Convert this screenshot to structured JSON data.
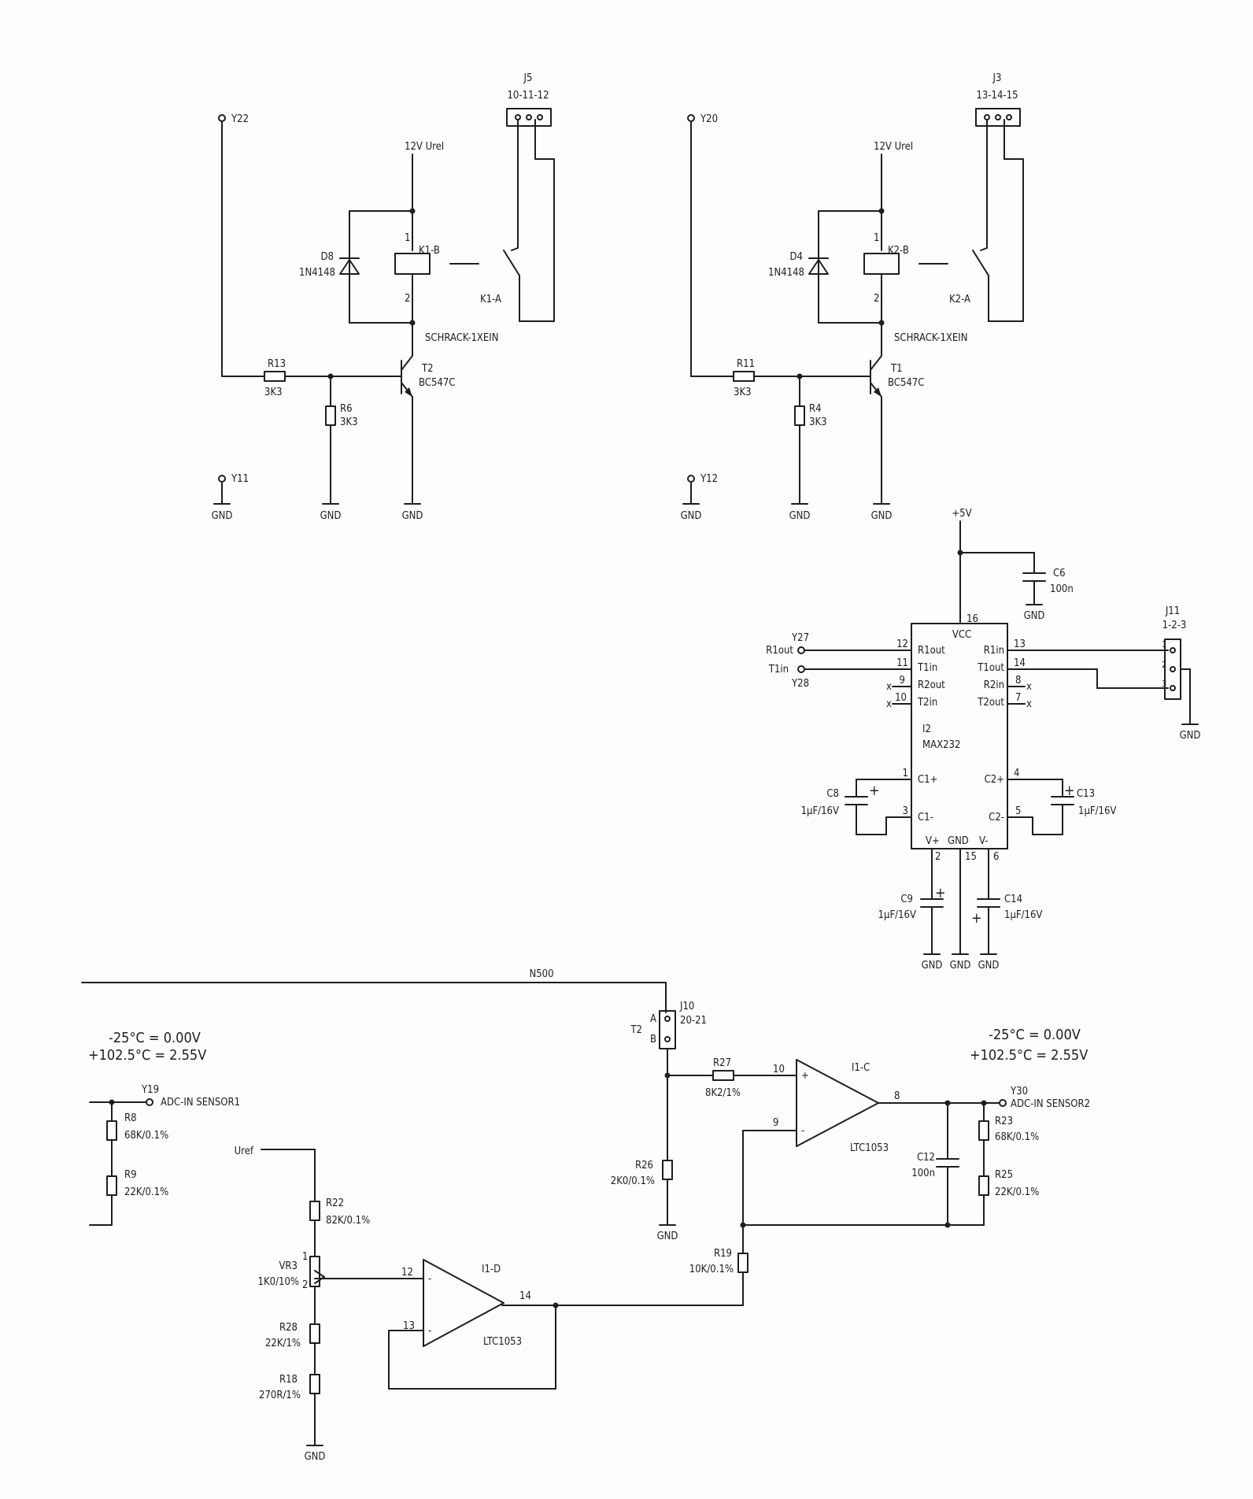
{
  "relay1": {
    "input": "Y22",
    "gnd_tp": "Y11",
    "gnd": "GND",
    "supply": "12V Urel",
    "connector": "J5",
    "connector_pins": "10-11-12",
    "diode": "D8",
    "diode_val": "1N4148",
    "coil": "K1-B",
    "contact": "K1-A",
    "pin1": "1",
    "pin2": "2",
    "relay_type": "SCHRACK-1XEIN",
    "r_base": "R13",
    "r_base_val": "3K3",
    "r_pd": "R6",
    "r_pd_val": "3K3",
    "transistor": "T2",
    "transistor_val": "BC547C"
  },
  "relay2": {
    "input": "Y20",
    "gnd_tp": "Y12",
    "gnd": "GND",
    "supply": "12V Urel",
    "connector": "J3",
    "connector_pins": "13-14-15",
    "diode": "D4",
    "diode_val": "1N4148",
    "coil": "K2-B",
    "contact": "K2-A",
    "pin1": "1",
    "pin2": "2",
    "relay_type": "SCHRACK-1XEIN",
    "r_base": "R11",
    "r_base_val": "3K3",
    "r_pd": "R4",
    "r_pd_val": "3K3",
    "transistor": "T1",
    "transistor_val": "BC547C"
  },
  "max232": {
    "supply": "+5V",
    "decoupling": "C6",
    "decoupling_val": "100n",
    "ref": "I2",
    "part": "MAX232",
    "vcc": "VCC",
    "gnd": "GND",
    "vplus": "V+",
    "vminus": "V-",
    "pins": {
      "r1out": "R1out",
      "t1in": "T1in",
      "r2out": "R2out",
      "t2in": "T2in",
      "r1in": "R1in",
      "t1out": "T1out",
      "r2in": "R2in",
      "t2out": "T2out",
      "c1p": "C1+",
      "c1m": "C1-",
      "c2p": "C2+",
      "c2m": "C2-"
    },
    "pin_numbers": {
      "vcc": "16",
      "r1out": "12",
      "t1in": "11",
      "r2out": "9",
      "t2in": "10",
      "r1in": "13",
      "t1out": "14",
      "r2in": "8",
      "t2out": "7",
      "c1p": "1",
      "c1m": "3",
      "c2p": "4",
      "c2m": "5",
      "vplus": "2",
      "gnd": "15",
      "vminus": "6"
    },
    "nc": "x",
    "net_r1out": "R1out",
    "net_t1in": "T1in",
    "tp_r1out": "Y27",
    "tp_t1in": "Y28",
    "connector": "J11",
    "connector_pins": "1-2-3",
    "conn_pin1": "1",
    "conn_pin2": "2",
    "conn_pin3": "3",
    "caps": {
      "c8": "C8",
      "c8_val": "1µF/16V",
      "c13": "C13",
      "c13_val": "1µF/16V",
      "c9": "C9",
      "c9_val": "1µF/16V",
      "c14": "C14",
      "c14_val": "1µF/16V"
    },
    "plus": "+",
    "gnd_label": "GND"
  },
  "analog": {
    "net": "N500",
    "jumper": "J10",
    "jumper_pins": "20-21",
    "jumper_ref": "T2",
    "pin_a": "A",
    "pin_b": "B",
    "legend_left": [
      "-25°C = 0.00V",
      "+102.5°C = 2.55V"
    ],
    "legend_right": [
      "-25°C = 0.00V",
      "+102.5°C = 2.55V"
    ],
    "sensor1": {
      "tp": "Y19",
      "label": "ADC-IN SENSOR1",
      "r_top": "R8",
      "r_top_val": "68K/0.1%",
      "r_bot": "R9",
      "r_bot_val": "22K/0.1%"
    },
    "sensor2": {
      "tp": "Y30",
      "label": "ADC-IN SENSOR2",
      "r_top": "R23",
      "r_top_val": "68K/0.1%",
      "r_bot": "R25",
      "r_bot_val": "22K/0.1%"
    },
    "r27": "R27",
    "r27_val": "8K2/1%",
    "r26": "R26",
    "r26_val": "2K0/0.1%",
    "r19": "R19",
    "r19_val": "10K/0.1%",
    "c12": "C12",
    "c12_val": "100n",
    "opamp_c": {
      "ref": "I1-C",
      "part": "LTC1053",
      "in_p": "10",
      "in_n": "9",
      "out": "8"
    },
    "opamp_d": {
      "ref": "I1-D",
      "part": "LTC1053",
      "in_p": "12",
      "in_n": "13",
      "out": "14"
    },
    "uref": "Uref",
    "r22": "R22",
    "r22_val": "82K/0.1%",
    "vr3": "VR3",
    "vr3_val": "1K0/10%",
    "vr3_pin1": "1",
    "vr3_pin2": "2",
    "r28": "R28",
    "r28_val": "22K/1%",
    "r18": "R18",
    "r18_val": "270R/1%",
    "plus": "+",
    "minus": "-",
    "gnd": "GND"
  }
}
